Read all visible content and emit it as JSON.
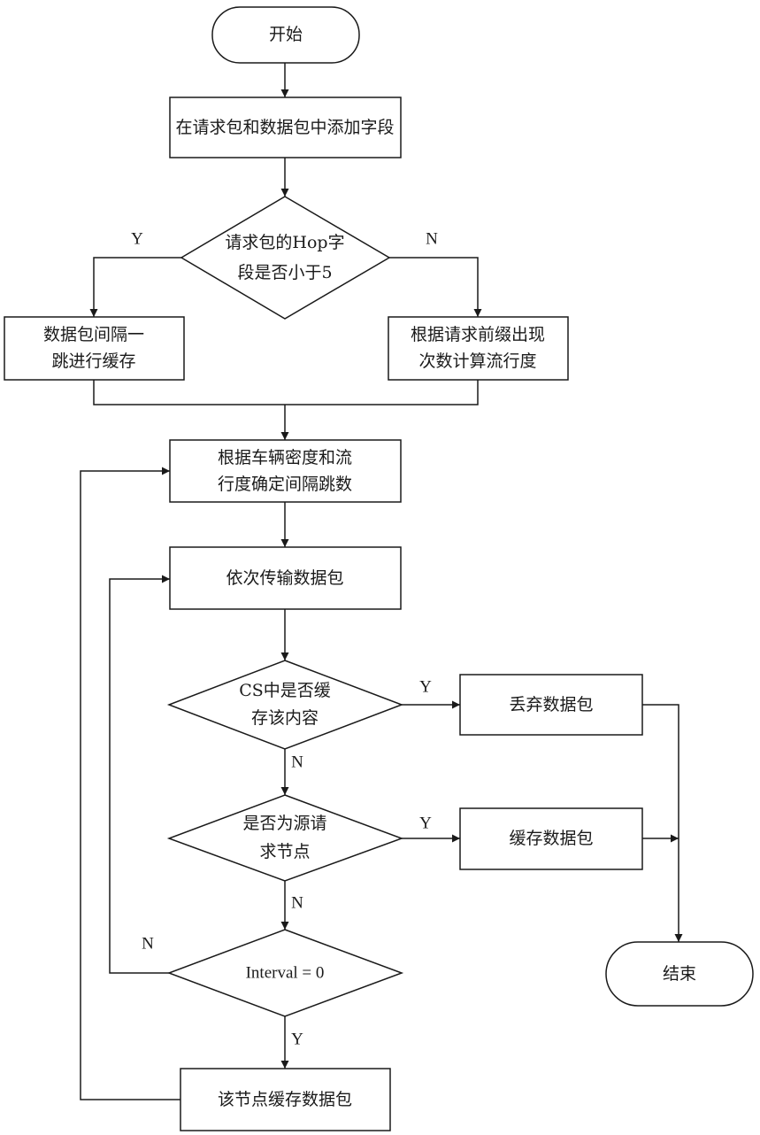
{
  "flowchart": {
    "start": "开始",
    "add_fields": "在请求包和数据包中添加字段",
    "hop_check": [
      "请求包的Hop字",
      "段是否小于5"
    ],
    "cache_interval_one": [
      "数据包间隔一",
      "跳进行缓存"
    ],
    "popularity_calc": [
      "根据请求前缀出现",
      "次数计算流行度"
    ],
    "interval_hops": [
      "根据车辆密度和流",
      "行度确定间隔跳数"
    ],
    "transmit": "依次传输数据包",
    "cs_check": [
      "CS中是否缓",
      "存该内容"
    ],
    "discard": "丢弃数据包",
    "source_check": [
      "是否为源请",
      "求节点"
    ],
    "cache_packet": "缓存数据包",
    "interval_check": "Interval = 0",
    "end": "结束",
    "node_cache": "该节点缓存数据包",
    "labels": {
      "hop_yes": "Y",
      "hop_no": "N",
      "cs_yes": "Y",
      "cs_no": "N",
      "source_yes": "Y",
      "source_no": "N",
      "interval_no": "N",
      "interval_yes": "Y"
    }
  }
}
